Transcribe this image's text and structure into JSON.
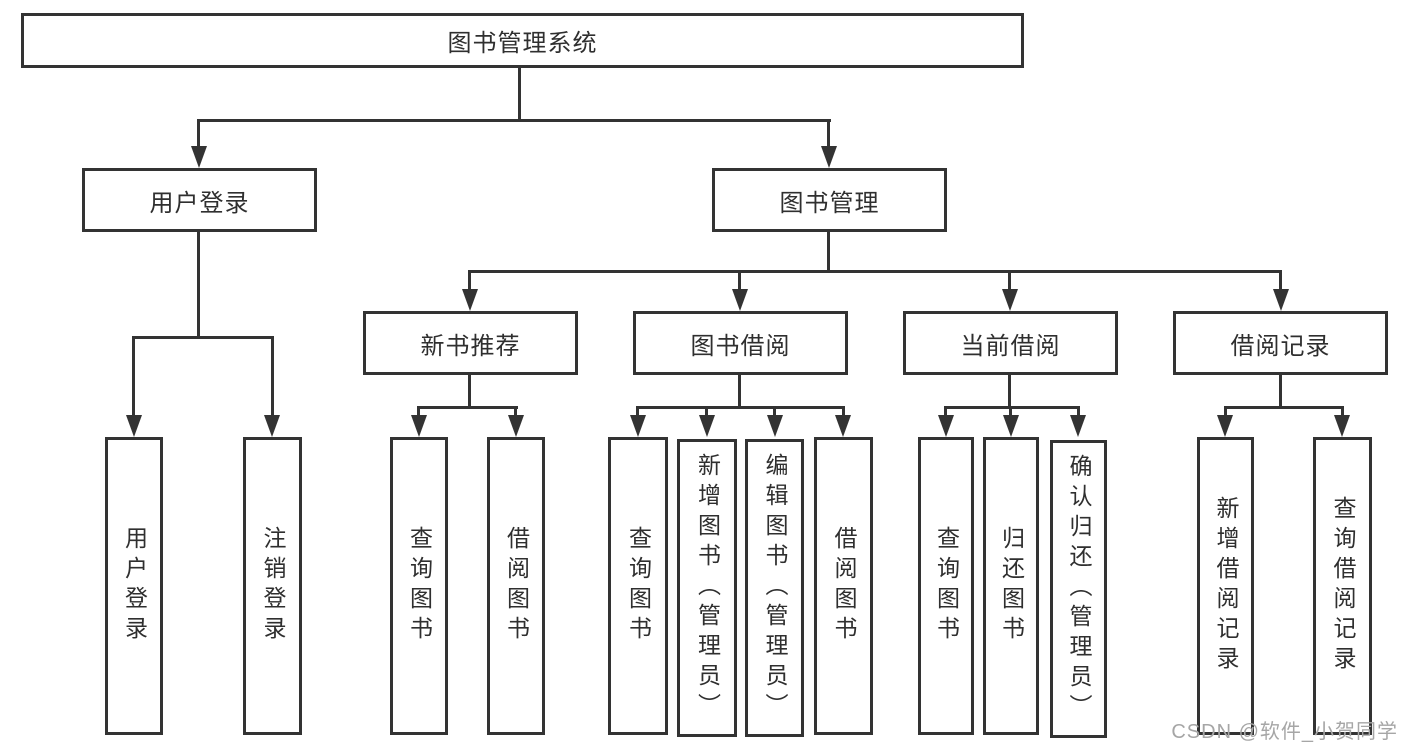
{
  "diagram_type": "tree",
  "watermark": "CSDN @软件_小贺同学",
  "colors": {
    "background": "#ffffff",
    "line": "#333333",
    "box_border": "#333333",
    "text": "#2f2f2f",
    "watermark": "#a6a6a6"
  },
  "nodes": {
    "root": {
      "label": "图书管理系统",
      "children": [
        "user_login",
        "book_mgmt"
      ]
    },
    "user_login": {
      "label": "用户登录",
      "children": [
        "ul_user_login",
        "ul_logout"
      ]
    },
    "book_mgmt": {
      "label": "图书管理",
      "children": [
        "new_book_rec",
        "book_borrow",
        "current_borrow",
        "borrow_record"
      ]
    },
    "new_book_rec": {
      "label": "新书推荐",
      "children": [
        "nb_query_book",
        "nb_borrow_book"
      ]
    },
    "book_borrow": {
      "label": "图书借阅",
      "children": [
        "bb_query_book",
        "bb_add_book",
        "bb_edit_book",
        "bb_borrow_book"
      ]
    },
    "current_borrow": {
      "label": "当前借阅",
      "children": [
        "cb_query_book",
        "cb_return_book",
        "cb_confirm_return"
      ]
    },
    "borrow_record": {
      "label": "借阅记录",
      "children": [
        "br_add_record",
        "br_query_record"
      ]
    },
    "ul_user_login": {
      "label": "用户登录"
    },
    "ul_logout": {
      "label": "注销登录"
    },
    "nb_query_book": {
      "label": "查询图书"
    },
    "nb_borrow_book": {
      "label": "借阅图书"
    },
    "bb_query_book": {
      "label": "查询图书"
    },
    "bb_add_book": {
      "label": "新增图书（管理员）"
    },
    "bb_edit_book": {
      "label": "编辑图书（管理员）"
    },
    "bb_borrow_book": {
      "label": "借阅图书"
    },
    "cb_query_book": {
      "label": "查询图书"
    },
    "cb_return_book": {
      "label": "归还图书"
    },
    "cb_confirm_return": {
      "label": "确认归还（管理员）"
    },
    "br_add_record": {
      "label": "新增借阅记录"
    },
    "br_query_record": {
      "label": "查询借阅记录"
    }
  }
}
